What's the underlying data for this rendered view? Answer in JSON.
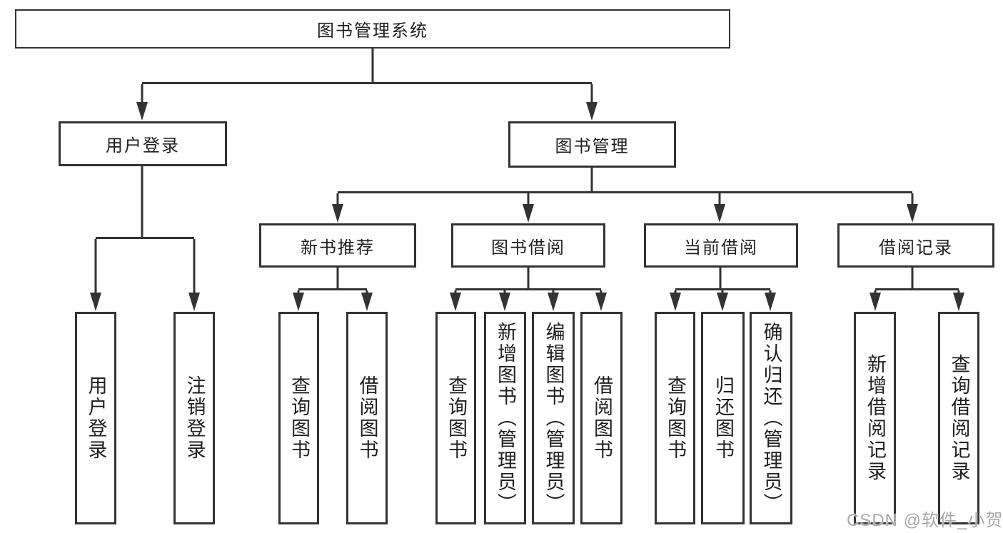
{
  "diagram": {
    "type": "hierarchy-tree",
    "orientation": "top-down"
  },
  "tree": {
    "label": "图书管理系统",
    "children": [
      {
        "label": "用户登录",
        "children": [
          {
            "label": "用户登录"
          },
          {
            "label": "注销登录"
          }
        ]
      },
      {
        "label": "图书管理",
        "children": [
          {
            "label": "新书推荐",
            "children": [
              {
                "label": "查询图书"
              },
              {
                "label": "借阅图书"
              }
            ]
          },
          {
            "label": "图书借阅",
            "children": [
              {
                "label": "查询图书"
              },
              {
                "label": "新增图书（管理员）"
              },
              {
                "label": "编辑图书（管理员）"
              },
              {
                "label": "借阅图书"
              }
            ]
          },
          {
            "label": "当前借阅",
            "children": [
              {
                "label": "查询图书"
              },
              {
                "label": "归还图书"
              },
              {
                "label": "确认归还（管理员）"
              }
            ]
          },
          {
            "label": "借阅记录",
            "children": [
              {
                "label": "新增借阅记录"
              },
              {
                "label": "查询借阅记录"
              }
            ]
          }
        ]
      }
    ]
  },
  "watermark": {
    "text": "CSDN @软件_小贺同学"
  },
  "colors": {
    "background": "#ffffff",
    "line": "#333333",
    "box_border": "#333333",
    "box_fill": "#ffffff",
    "text": "#1f1f1f",
    "watermark": "#a9a9a9"
  }
}
